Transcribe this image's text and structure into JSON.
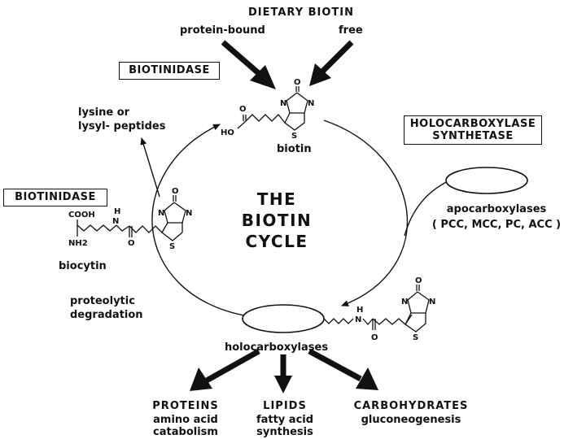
{
  "dietary": {
    "title": "DIETARY  BIOTIN",
    "protein_bound": "protein-bound",
    "free": "free"
  },
  "boxes": {
    "biotinidase_top": "BIOTINIDASE",
    "biotinidase_left": "BIOTINIDASE",
    "holocarboxylase_synthetase": [
      "HOLOCARBOXYLASE",
      "SYNTHETASE"
    ]
  },
  "cycle_title": [
    "THE",
    "BIOTIN",
    "CYCLE"
  ],
  "labels": {
    "biotin": "biotin",
    "lysine": [
      "lysine  or",
      "lysyl- peptides"
    ],
    "biocytin": "biocytin",
    "proteolytic": [
      "proteolytic",
      "degradation"
    ],
    "apocarboxylases": [
      "apocarboxylases",
      "( PCC,  MCC,  PC,  ACC )"
    ],
    "holocarboxylases": "holocarboxylases"
  },
  "atoms": {
    "O": "O",
    "N": "N",
    "S": "S",
    "HO": "HO",
    "H": "H",
    "COOH": "COOH",
    "NH2": "NH2"
  },
  "outputs": [
    {
      "title": "PROTEINS",
      "sub": [
        "amino  acid",
        "catabolism"
      ]
    },
    {
      "title": "LIPIDS",
      "sub": [
        "fatty  acid",
        "synthesis"
      ]
    },
    {
      "title": "CARBOHYDRATES",
      "sub": [
        "gluconeogenesis"
      ]
    }
  ]
}
